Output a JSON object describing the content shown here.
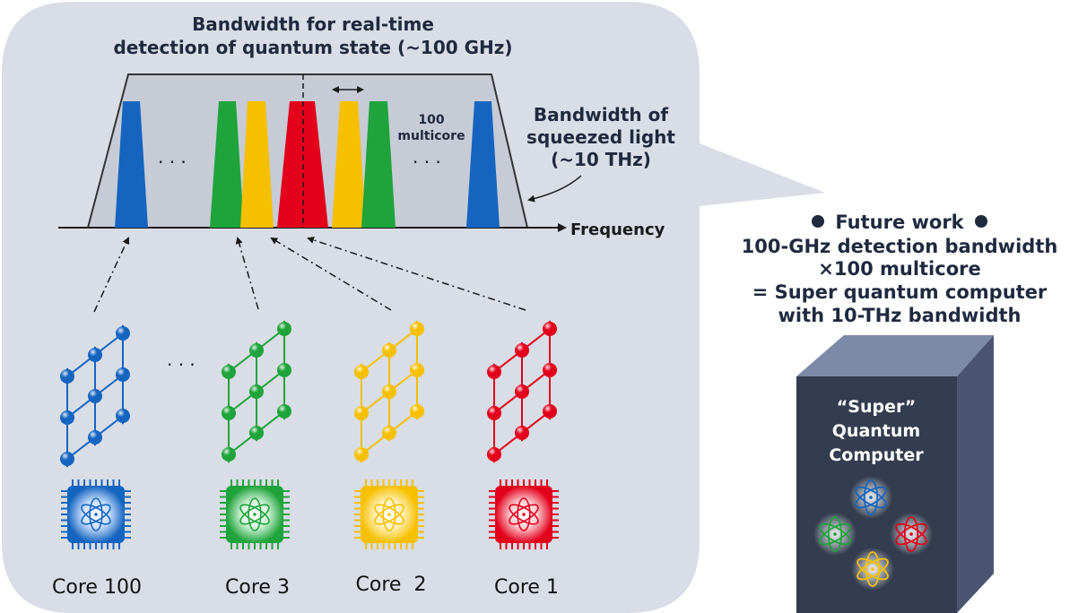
{
  "callout": {
    "title_line1": "Bandwidth for real-time",
    "title_line2": "detection of quantum state (~100 GHz)",
    "squeezed_line1": "Bandwidth of",
    "squeezed_line2": "squeezed light",
    "squeezed_line3": "(~10 THz)",
    "multicore_line1": "100",
    "multicore_line2": "multicore",
    "frequency_label": "Frequency",
    "ellipsis": "· · ·"
  },
  "cores": [
    {
      "label": "Core 100",
      "color": "#1565c0"
    },
    {
      "label": "Core 3",
      "color": "#1fa33b"
    },
    {
      "label": "Core  2",
      "color": "#f6c000"
    },
    {
      "label": "Core 1",
      "color": "#e3001b"
    }
  ],
  "future": {
    "heading": "Future work",
    "line1": "100-GHz detection bandwidth",
    "line2": "×100 multicore",
    "line3": "= Super quantum computer",
    "line4": "with 10-THz bandwidth"
  },
  "computer": {
    "line1": "“Super”",
    "line2": "Quantum",
    "line3": "Computer"
  },
  "colors": {
    "blue": "#1565c0",
    "green": "#1fa33b",
    "yellow": "#f6c000",
    "red": "#e3001b",
    "panel": "#d9dde6",
    "box_front": "#333d4f",
    "box_top": "#7b8aa6",
    "box_side": "#4a5671"
  }
}
